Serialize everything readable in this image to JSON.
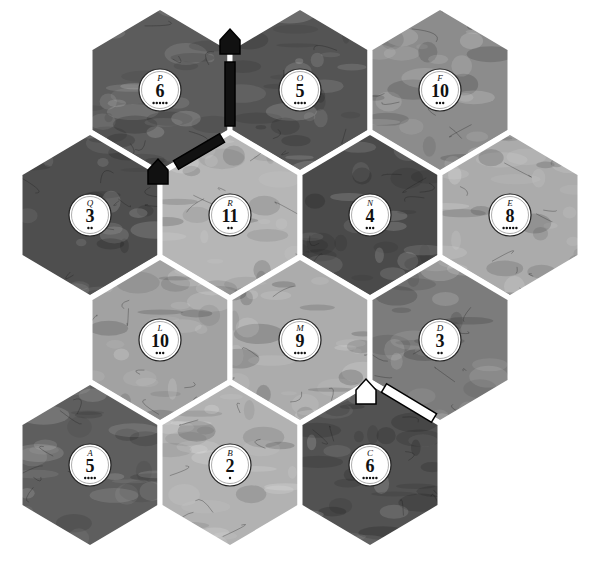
{
  "diagram": {
    "nodes": [
      {
        "text": [
          "P",
          "6"
        ]
      },
      {
        "text": [
          "O",
          "5"
        ]
      },
      {
        "text": [
          "F",
          "10"
        ]
      },
      {
        "text": [
          "Q",
          "3"
        ]
      },
      {
        "text": [
          "R",
          "11"
        ]
      },
      {
        "text": [
          "N",
          "4"
        ]
      },
      {
        "text": [
          "E",
          "8"
        ]
      },
      {
        "text": [
          "L",
          "10"
        ]
      },
      {
        "text": [
          "M",
          "9"
        ]
      },
      {
        "text": [
          "D",
          "3"
        ]
      },
      {
        "text": [
          "A",
          "5"
        ]
      },
      {
        "text": [
          "B",
          "2"
        ]
      },
      {
        "text": [
          "C",
          "6"
        ]
      }
    ]
  }
}
